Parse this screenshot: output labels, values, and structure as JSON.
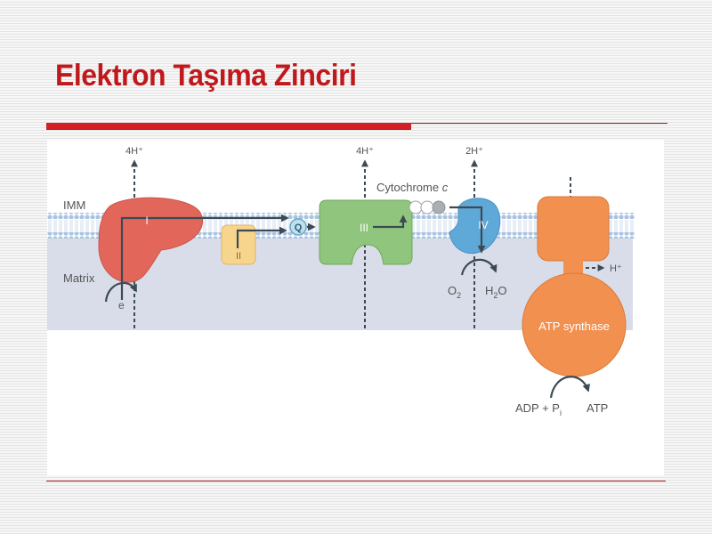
{
  "slide": {
    "title": "Elektron Taşıma Zinciri"
  },
  "diagram": {
    "region_labels": {
      "membrane": "IMM",
      "matrix": "Matrix"
    },
    "proton_labels": {
      "complex_1": "4H⁺",
      "complex_3": "4H⁺",
      "complex_4": "2H⁺",
      "atp_synthase": "H⁺"
    },
    "complex_labels": {
      "c1": "I",
      "c2": "II",
      "c3": "III",
      "c4": "IV",
      "q": "Q",
      "atp_synthase": "ATP synthase"
    },
    "carrier_label": {
      "text": "Cytochrome",
      "italic": "c"
    },
    "electron_label": "e",
    "water_reaction": {
      "o2_main": "O",
      "o2_sub": "2",
      "h2o_main": "H",
      "h2o_sub": "2",
      "h2o_tail": "O"
    },
    "atp_reaction": {
      "adp": "ADP + P",
      "pi_sub": "i",
      "atp": "ATP"
    },
    "colors": {
      "complex_1": "#e2675a",
      "complex_2": "#f7d58c",
      "complex_3": "#8fc57c",
      "complex_4": "#5fa9d8",
      "atp_synthase": "#f1904f",
      "membrane": "#a9c4e2",
      "matrix_bg": "#d9dde9",
      "arrow": "#3d4a53"
    }
  }
}
